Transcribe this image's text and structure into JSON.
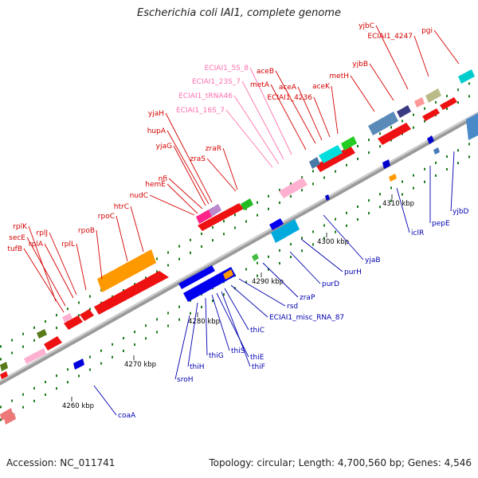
{
  "title": "Escherichia coli IAI1, complete genome",
  "footer": {
    "accession": "Accession: NC_011741",
    "summary": "Topology: circular; Length: 4,700,560 bp; Genes: 4,546"
  },
  "colors": {
    "forward_label": "#d40000",
    "reverse_label": "#0000b0",
    "rna_label": "#ff70b0",
    "misc_rna_label": "#30b0d0",
    "backbone": "#9a9a9a",
    "tick": "#1a7a1a"
  },
  "kbp_labels": [
    "4260 kbp",
    "4270 kbp",
    "4280 kbp",
    "4290 kbp",
    "4300 kbp",
    "4310 kbp"
  ],
  "forward_labels": [
    {
      "text": "rplK"
    },
    {
      "text": "secE"
    },
    {
      "text": "tufB"
    },
    {
      "text": "rplA"
    },
    {
      "text": "rplJ"
    },
    {
      "text": "rplL"
    },
    {
      "text": "rpoB"
    },
    {
      "text": "rpoC"
    },
    {
      "text": "htrC"
    },
    {
      "text": "nudC"
    },
    {
      "text": "hemE"
    },
    {
      "text": "nfi"
    },
    {
      "text": "yjaG"
    },
    {
      "text": "hupA"
    },
    {
      "text": "yjaH"
    },
    {
      "text": "zraS"
    },
    {
      "text": "zraR"
    },
    {
      "text": "metA"
    },
    {
      "text": "aceB"
    },
    {
      "text": "aceA"
    },
    {
      "text": "ECIAI1_4236"
    },
    {
      "text": "aceK"
    },
    {
      "text": "metH"
    },
    {
      "text": "yjbB"
    },
    {
      "text": "ECIAI1_4247"
    },
    {
      "text": "yjbC"
    },
    {
      "text": "pgi"
    }
  ],
  "rna_labels": [
    {
      "text": "ECIAI1_5S_8"
    },
    {
      "text": "ECIAI1_23S_7"
    },
    {
      "text": "ECIAI1_tRNA46"
    },
    {
      "text": "ECIAI1_16S_7"
    }
  ],
  "reverse_labels": [
    {
      "text": "coaA"
    },
    {
      "text": "sroH"
    },
    {
      "text": "thiH"
    },
    {
      "text": "thiG"
    },
    {
      "text": "thiS"
    },
    {
      "text": "thiE"
    },
    {
      "text": "thiF"
    },
    {
      "text": "thiC"
    },
    {
      "text": "ECIAI1_misc_RNA_87"
    },
    {
      "text": "rsd"
    },
    {
      "text": "zraP"
    },
    {
      "text": "purD"
    },
    {
      "text": "purH"
    },
    {
      "text": "yjaB"
    },
    {
      "text": "iclR"
    },
    {
      "text": "pepE"
    },
    {
      "text": "yjbD"
    }
  ]
}
